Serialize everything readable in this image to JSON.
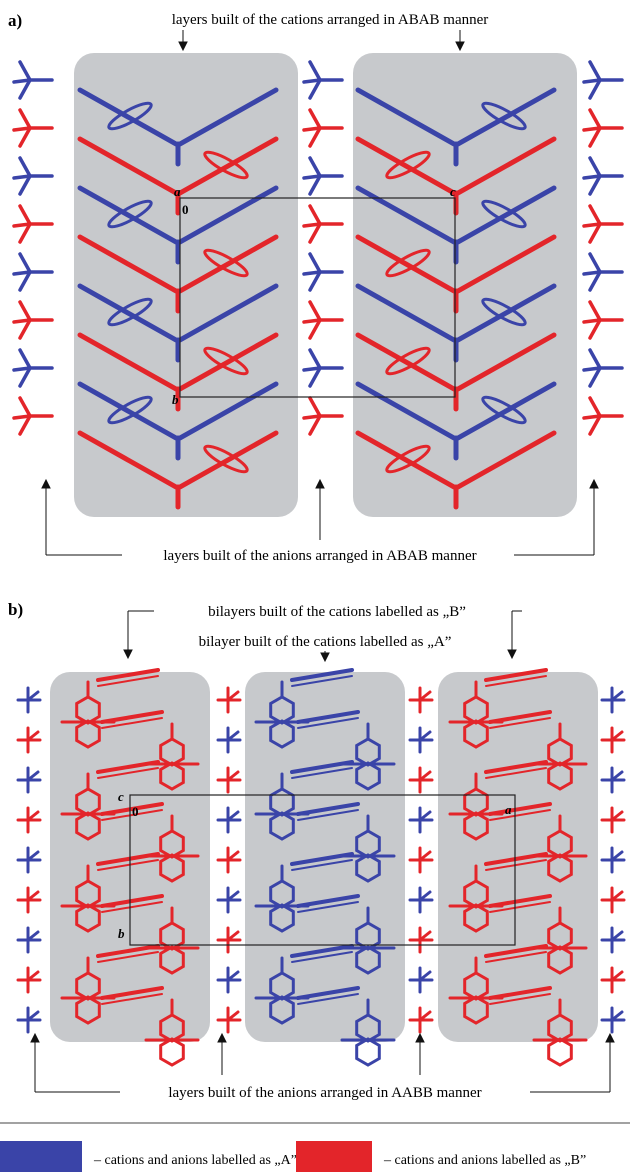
{
  "panel_a": {
    "label": "a)",
    "top_caption": "layers built of the cations arranged in ABAB manner",
    "bottom_caption": "layers built of the anions arranged in ABAB manner",
    "cell_labels": {
      "origin": "0",
      "a": "a",
      "b": "b",
      "c": "c"
    }
  },
  "panel_b": {
    "label": "b)",
    "caption_b": "bilayers built of the cations labelled as „B”",
    "caption_a": "bilayer built of the cations labelled as „A”",
    "bottom_caption": "layers built of the anions arranged in AABB manner",
    "cell_labels": {
      "origin": "0",
      "a": "a",
      "b": "b",
      "c": "c"
    }
  },
  "legend": {
    "a_text": "– cations and anions labelled as „A”",
    "b_text": "– cations and anions labelled as „B”"
  },
  "colors": {
    "A": "#3a44a8",
    "B": "#e3252a",
    "layer_bg": "#c7c9cc",
    "text": "#111111"
  }
}
